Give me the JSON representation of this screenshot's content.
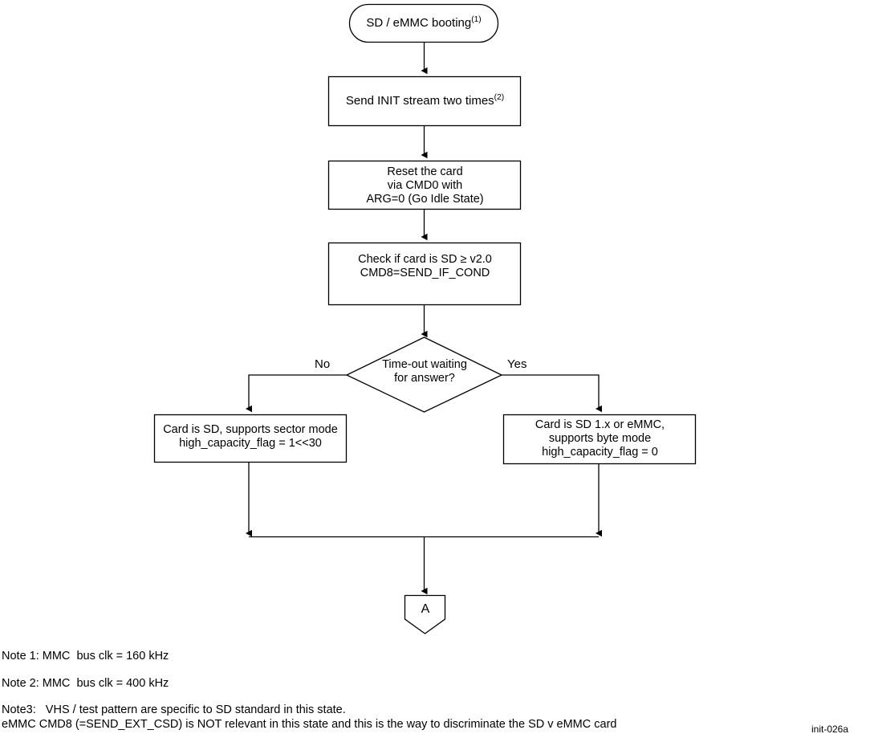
{
  "diagram": {
    "figure_id": "init-026a",
    "nodes": [
      {
        "id": "start",
        "shape": "terminator",
        "lines": [
          "SD / eMMC booting"
        ],
        "superscript": "(1)"
      },
      {
        "id": "init-stream",
        "shape": "process",
        "lines": [
          "Send INIT stream two times"
        ],
        "superscript": "(2)"
      },
      {
        "id": "reset-card",
        "shape": "process",
        "lines": [
          "Reset the card",
          "via CMD0 with",
          "ARG=0 (Go Idle State)"
        ],
        "superscript": ""
      },
      {
        "id": "check-sd-v2",
        "shape": "process",
        "lines": [
          "Check if card is SD ≥ v2.0",
          "CMD8=SEND_IF_COND"
        ],
        "superscript": ""
      },
      {
        "id": "timeout-decision",
        "shape": "decision",
        "lines": [
          "Time-out waiting",
          "for answer?"
        ],
        "superscript": ""
      },
      {
        "id": "sd-sector-mode",
        "shape": "process",
        "lines": [
          "Card is SD, supports sector mode",
          "high_capacity_flag = 1<<30"
        ],
        "superscript": ""
      },
      {
        "id": "sd1x-byte-mode",
        "shape": "process",
        "lines": [
          "Card is SD 1.x or eMMC,",
          "supports byte mode",
          "high_capacity_flag = 0"
        ],
        "superscript": ""
      },
      {
        "id": "connector-a",
        "shape": "connector",
        "lines": [
          "A"
        ],
        "superscript": ""
      }
    ],
    "edge_labels": {
      "no": "No",
      "yes": "Yes"
    },
    "notes": [
      "Note 1: MMC  bus clk = 160 kHz",
      "Note 2: MMC  bus clk = 400 kHz",
      "Note3:   VHS / test pattern are specific to SD standard in this state.",
      "eMMC CMD8 (=SEND_EXT_CSD) is NOT relevant in this state and this is the way to discriminate the SD v eMMC card"
    ],
    "colors": {
      "stroke": "#000000",
      "background": "#ffffff",
      "text": "#000000"
    }
  }
}
